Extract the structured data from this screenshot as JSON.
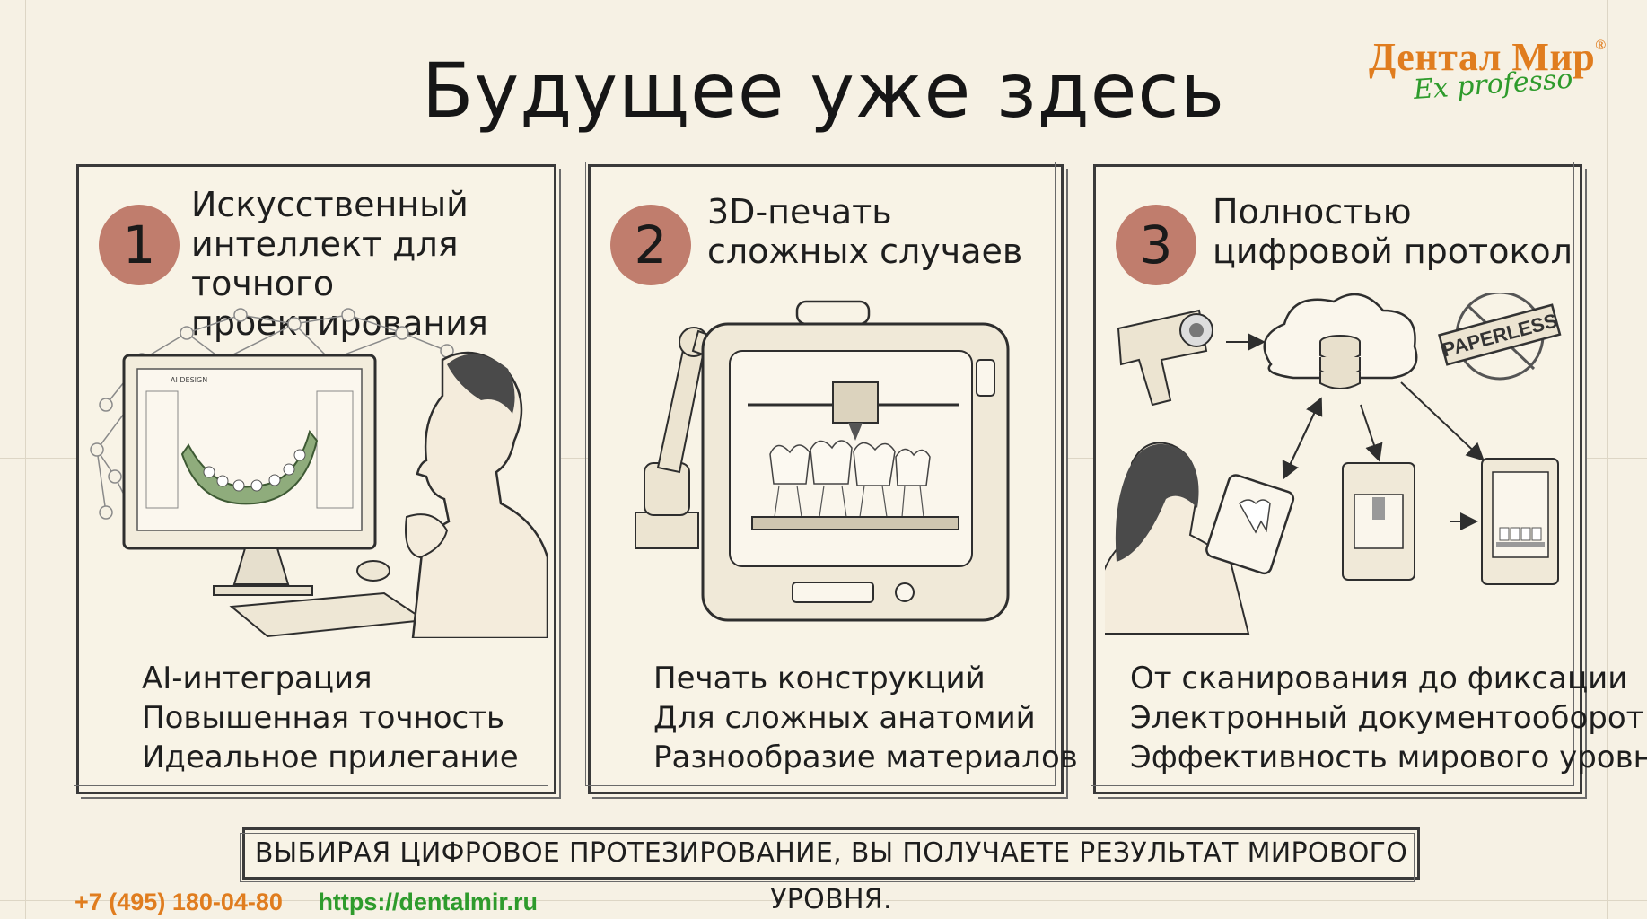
{
  "title": "Будущее уже здесь",
  "logo": {
    "name": "Дентал Мир",
    "mark": "®",
    "slogan": "Ex professo"
  },
  "panels": [
    {
      "number": "1",
      "heading": [
        "Искусственный",
        "интеллект для точного",
        "проектирования"
      ],
      "illustration": "doctor-ai-design-icon",
      "screen_label": "AI DESIGN",
      "bullets": [
        "AI-интеграция",
        "Повышенная точность",
        "Идеальное прилегание"
      ]
    },
    {
      "number": "2",
      "heading": [
        "3D-печать",
        "сложных случаев"
      ],
      "illustration": "3d-printer-icon",
      "bullets": [
        "Печать конструкций",
        "Для сложных анатомий",
        "Разнообразие материалов"
      ]
    },
    {
      "number": "3",
      "heading": [
        "Полностью",
        "цифровой протокол"
      ],
      "illustration": "digital-workflow-icon",
      "stamp": "PAPERLESS",
      "bullets": [
        "От сканирования до фиксации",
        "Электронный документооборот",
        "Эффективность мирового уровня"
      ]
    }
  ],
  "footer": "ВЫБИРАЯ ЦИФРОВОЕ ПРОТЕЗИРОВАНИЕ, ВЫ ПОЛУЧАЕТЕ РЕЗУЛЬТАТ МИРОВОГО УРОВНЯ.",
  "contacts": {
    "phone": "+7 (495) 180-04-80",
    "site": "https://dentalmir.ru"
  },
  "colors": {
    "accent_orange": "#e07d1f",
    "accent_green": "#2e9b2c",
    "number_circle": "#c07d6d",
    "paper": "#f6f1e4"
  }
}
